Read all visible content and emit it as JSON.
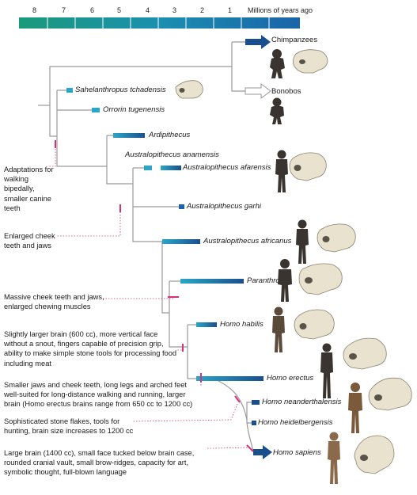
{
  "timeline": {
    "ticks": [
      "8",
      "7",
      "6",
      "5",
      "4",
      "3",
      "2",
      "1"
    ],
    "unit_label": "Millions of years ago",
    "colors": [
      "#1a9a7a",
      "#1b8fb0",
      "#1a63a8"
    ]
  },
  "species": {
    "chimpanzees": "Chimpanzees",
    "bonobos": "Bonobos",
    "sahelanthropus": "Sahelanthropus tchadensis",
    "orrorin": "Orrorin tugenensis",
    "ardipithecus": "Ardipithecus",
    "anamensis": "Australopithecus anamensis",
    "afarensis": "Australopithecus afarensis",
    "garhi": "Australopithecus garhi",
    "africanus": "Australopithecus africanus",
    "paranthropus": "Paranthropus",
    "habilis": "Homo habilis",
    "erectus": "Homo erectus",
    "neanderthalensis": "Homo neanderthalensis",
    "heidelbergensis": "Homo heidelbergensis",
    "sapiens": "Homo sapiens"
  },
  "notes": {
    "bipedal": "Adaptations for walking bipedally, smaller canine teeth",
    "cheek": "Enlarged cheek teeth and jaws",
    "massive": "Massive cheek teeth and jaws, enlarged chewing muscles",
    "habilis": "Slightly larger brain (600 cc), more vertical face without a snout, fingers capable of precision grip, ability to make simple stone tools for processing food including meat",
    "erectus": "Smaller jaws and cheek teeth, long legs and arched feet well-suited for long-distance walking and running, larger brain (Homo erectus brains range from 650 cc to 1200 cc)",
    "flakes": "Sophisticated stone flakes, tools for hunting, brain size increases to 1200 cc",
    "sapiens": "Large brain (1400 cc), small face tucked below brain case, rounded cranial vault, small brow-ridges, capacity for art, symbolic thought, full-blown language"
  },
  "colors": {
    "branch": "#9a9a9a",
    "marker": "#d4327c",
    "bar_start": "#2aa6c8",
    "bar_end": "#1a4f8e",
    "skull": "#e8e2cf",
    "figure": "#3a3430"
  }
}
